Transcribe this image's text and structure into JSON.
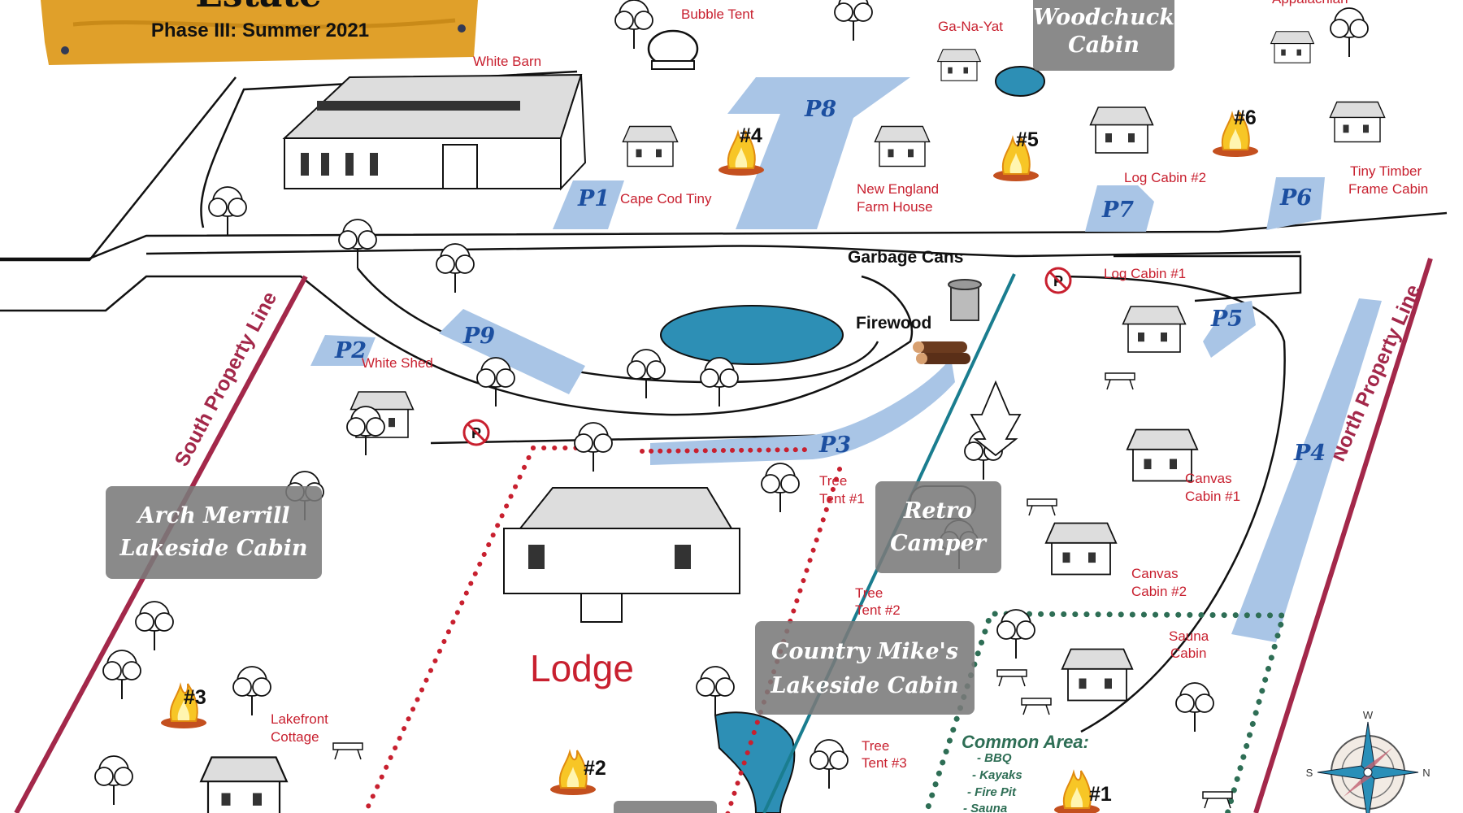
{
  "sign": {
    "title": "Estate",
    "subtitle": "Phase III: Summer 2021"
  },
  "labels": {
    "white_barn": "White Barn",
    "bubble_tent": "Bubble Tent",
    "ga_na_yat": "Ga-Na-Yat",
    "appalachian": "Appalachian",
    "cape_cod_tiny": "Cape Cod Tiny",
    "new_england_1": "New England",
    "new_england_2": "Farm House",
    "log_cabin_2": "Log Cabin #2",
    "tiny_timber_1": "Tiny Timber",
    "tiny_timber_2": "Frame Cabin",
    "garbage_cans": "Garbage Cans",
    "firewood": "Firewood",
    "log_cabin_1": "Log Cabin #1",
    "white_shed": "White Shed",
    "tree_tent_1a": "Tree",
    "tree_tent_1b": "Tent #1",
    "tree_tent_2a": "Tree",
    "tree_tent_2b": "Tent #2",
    "tree_tent_3a": "Tree",
    "tree_tent_3b": "Tent #3",
    "canvas_cabin_1a": "Canvas",
    "canvas_cabin_1b": "Cabin #1",
    "canvas_cabin_2a": "Canvas",
    "canvas_cabin_2b": "Cabin #2",
    "sauna_a": "Sauna",
    "sauna_b": "Cabin",
    "lodge": "Lodge",
    "lakefront_a": "Lakefront",
    "lakefront_b": "Cottage",
    "south_line": "South Property Line",
    "north_line": "North Property Line"
  },
  "boxes": {
    "woodchuck_1": "Woodchuck",
    "woodchuck_2": "Cabin",
    "arch_1": "Arch Merrill",
    "arch_2": "Lakeside Cabin",
    "retro_1": "Retro",
    "retro_2": "Camper",
    "mike_1": "Country Mike's",
    "mike_2": "Lakeside Cabin"
  },
  "parking": [
    "P1",
    "P2",
    "P3",
    "P4",
    "P5",
    "P6",
    "P7",
    "P8",
    "P9"
  ],
  "parking_sign": "P",
  "fire_pits": [
    "#1",
    "#2",
    "#3",
    "#4",
    "#5",
    "#6"
  ],
  "common_area": {
    "title": "Common Area:",
    "items": [
      "- BBQ",
      "- Kayaks",
      "- Fire Pit",
      "- Sauna"
    ]
  },
  "compass": {
    "n": "N",
    "s": "S",
    "w": "W"
  },
  "colors": {
    "label_red": "#c8202f",
    "parking_blue": "#a9c5e6",
    "property_line": "#a3284a",
    "common_green": "#2e6e55",
    "sign": "#e0a02a"
  }
}
